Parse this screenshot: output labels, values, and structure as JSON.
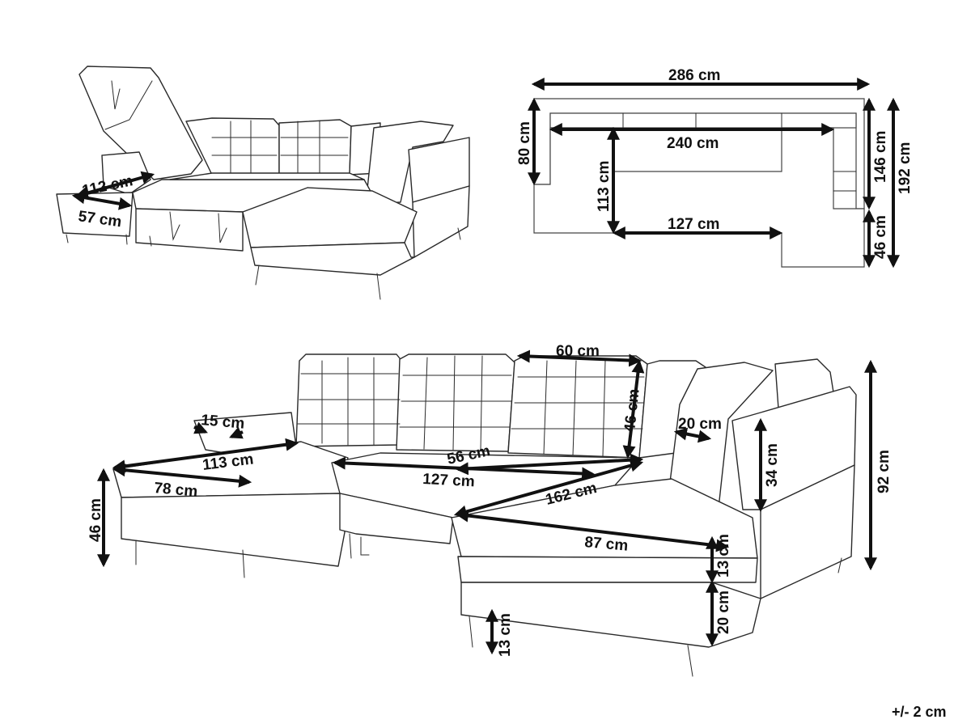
{
  "dimensions": {
    "bed_width": "112 cm",
    "bed_depth": "57 cm",
    "total_width": "286 cm",
    "inner_width": "240 cm",
    "side_depth": "80 cm",
    "seat_depth_plan": "113 cm",
    "chaise_span": "127 cm",
    "chaise_depth": "146 cm",
    "total_depth": "192 cm",
    "chaise_height_plan": "46 cm",
    "back_cushion_width": "60 cm",
    "back_cushion_height": "46 cm",
    "armrest_width": "15 cm",
    "left_chaise_length": "113 cm",
    "left_chaise_width": "78 cm",
    "seat_height": "46 cm",
    "seat_depth": "56 cm",
    "middle_width": "127 cm",
    "right_chaise_length": "162 cm",
    "right_armrest": "20 cm",
    "right_back_height": "34 cm",
    "overall_height": "92 cm",
    "right_chaise_width": "87 cm",
    "cushion_thickness": "13 cm",
    "base_height": "20 cm",
    "leg_height": "13 cm"
  },
  "tolerance": "+/- 2 cm"
}
